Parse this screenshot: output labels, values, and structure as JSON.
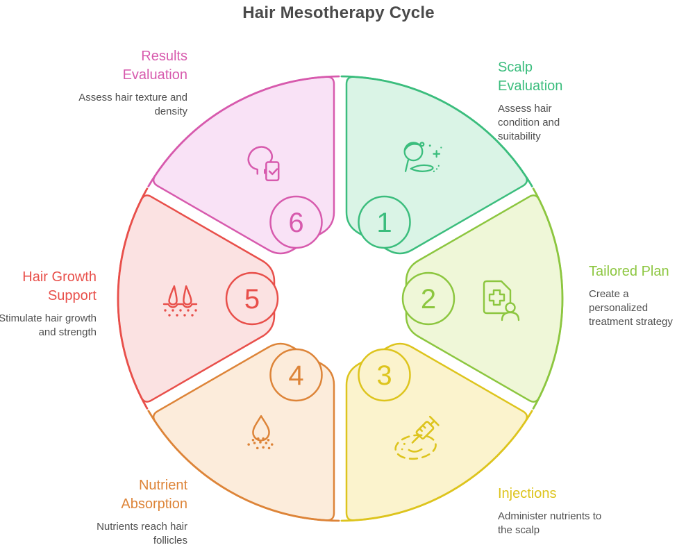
{
  "title": "Hair Mesotherapy Cycle",
  "theme": {
    "title_color": "#4a4a4a",
    "description_color": "#4f4f4f",
    "background": "#ffffff"
  },
  "segments": [
    {
      "number": "1",
      "label": "Scalp Evaluation",
      "description": "Assess hair condition and suitability",
      "color": "#3bbd7d",
      "fill": "#daf4e6",
      "icon": "scalp-exam-icon"
    },
    {
      "number": "2",
      "label": "Tailored Plan",
      "description": "Create a personalized treatment strategy",
      "color": "#8cc63f",
      "fill": "#eff7d8",
      "icon": "treatment-plan-icon"
    },
    {
      "number": "3",
      "label": "Injections",
      "description": "Administer nutrients to the scalp",
      "color": "#ddc41d",
      "fill": "#fbf3cd",
      "icon": "syringe-icon"
    },
    {
      "number": "4",
      "label": "Nutrient Absorption",
      "description": "Nutrients reach hair follicles",
      "color": "#dd8438",
      "fill": "#fcecdb",
      "icon": "droplet-absorption-icon"
    },
    {
      "number": "5",
      "label": "Hair Growth Support",
      "description": "Stimulate hair growth and strength",
      "color": "#e84f4a",
      "fill": "#fbe2e2",
      "icon": "hair-follicle-icon"
    },
    {
      "number": "6",
      "label": "Results Evaluation",
      "description": "Assess hair texture and density",
      "color": "#d75aad",
      "fill": "#f9e2f6",
      "icon": "head-checklist-icon"
    }
  ]
}
